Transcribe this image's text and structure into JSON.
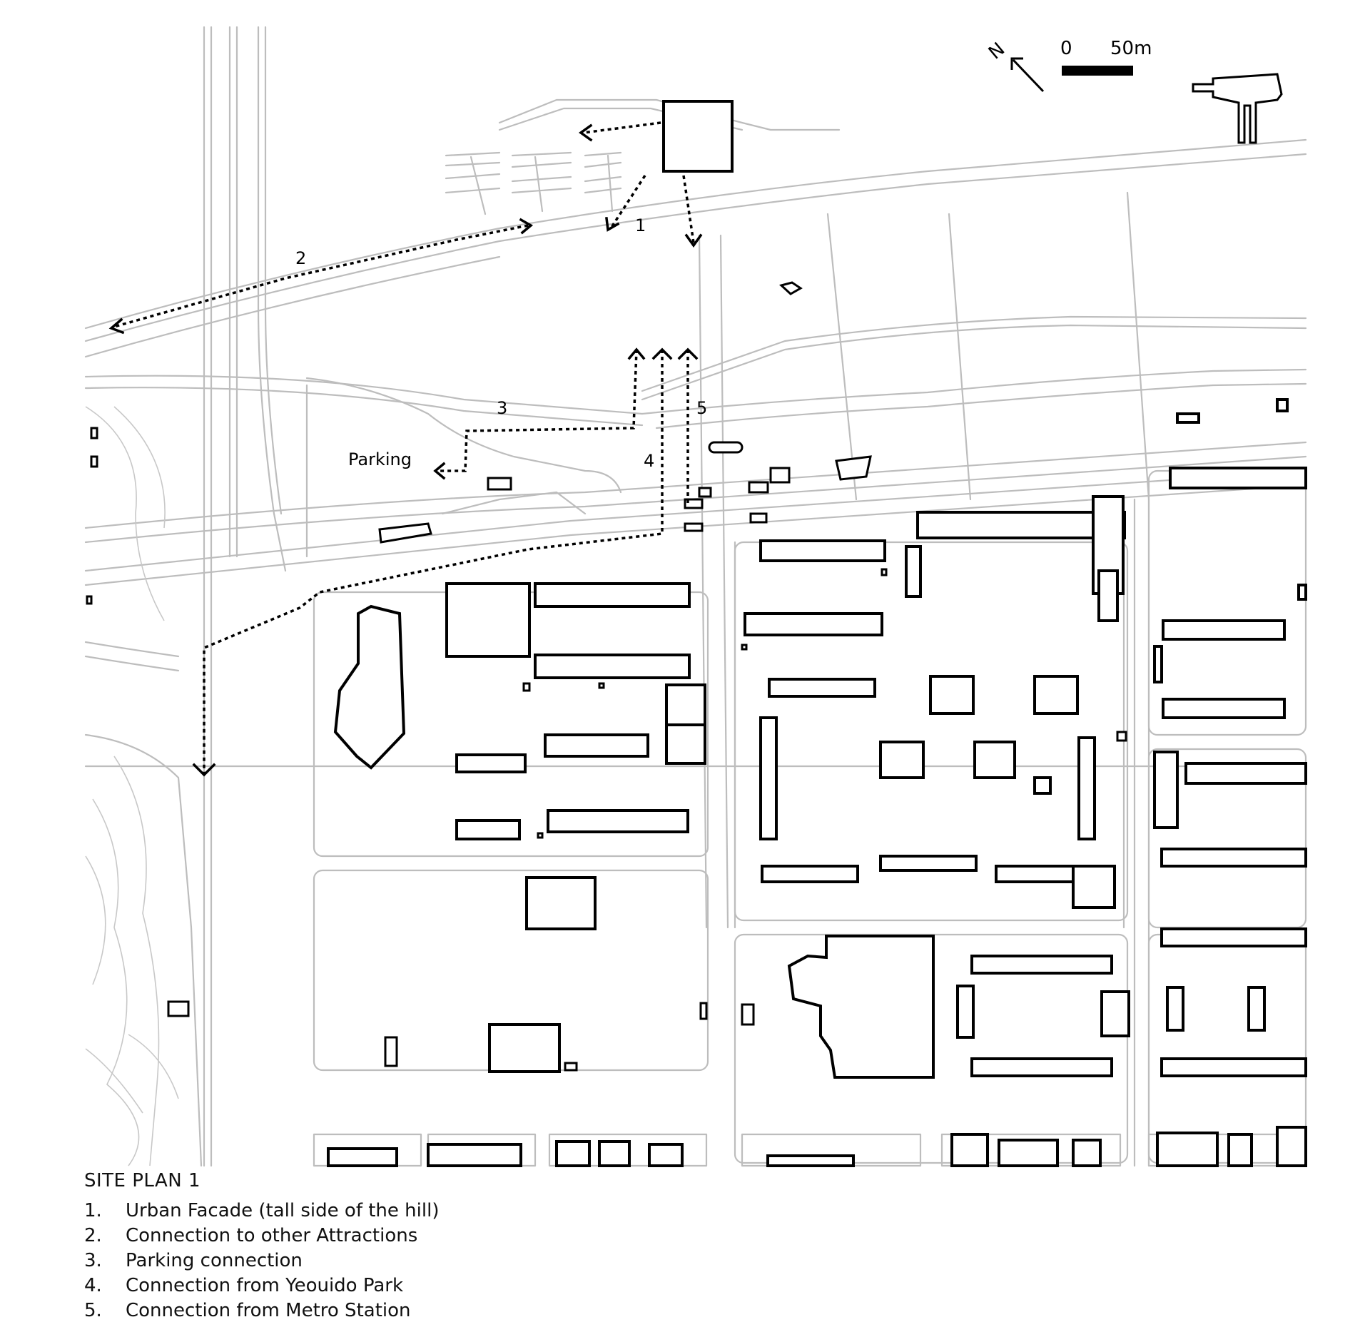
{
  "map": {
    "scale_bar": {
      "start": "0",
      "end": "50m"
    },
    "north_symbol": "N",
    "route_labels": [
      "1",
      "2",
      "3",
      "4",
      "5"
    ],
    "parking_label": "Parking"
  },
  "legend": {
    "title": "SITE PLAN 1",
    "items": [
      {
        "num": "1.",
        "text": "Urban Facade (tall side of the hill)"
      },
      {
        "num": "2.",
        "text": "Connection to other Attractions"
      },
      {
        "num": "3.",
        "text": "Parking connection"
      },
      {
        "num": "4.",
        "text": "Connection from Yeouido Park"
      },
      {
        "num": "5.",
        "text": "Connection from Metro Station"
      }
    ]
  },
  "colors": {
    "road": "#bdbdbd",
    "building": "#000000",
    "route": "#000000",
    "background": "#ffffff"
  }
}
